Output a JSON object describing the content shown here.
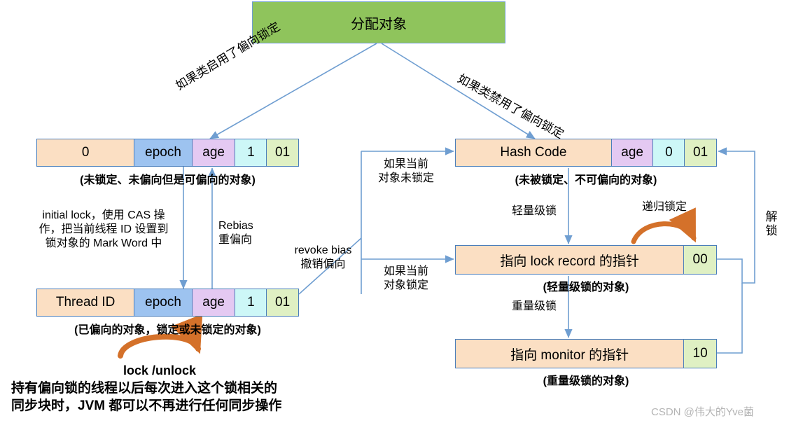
{
  "diagram": {
    "title_box": {
      "label": "分配对象"
    },
    "branch_labels": {
      "left": "如果类启用了偏向锁定",
      "right": "如果类禁用了偏向锁定"
    },
    "boxes": {
      "biasable": {
        "cells": [
          "0",
          "epoch",
          "age",
          "1",
          "01"
        ],
        "caption": "(未锁定、未偏向但是可偏向的对象)"
      },
      "biased": {
        "cells": [
          "Thread ID",
          "epoch",
          "age",
          "1",
          "01"
        ],
        "caption": "(已偏向的对象，锁定或未锁定的对象)"
      },
      "hashcode": {
        "cells": [
          "Hash Code",
          "age",
          "0",
          "01"
        ],
        "caption": "(未被锁定、不可偏向的对象)"
      },
      "lockrecord": {
        "cells": [
          "指向 lock record 的指针",
          "00"
        ],
        "caption": "(轻量级锁的对象)"
      },
      "monitor": {
        "cells": [
          "指向 monitor 的指针",
          "10"
        ],
        "caption": "(重量级锁的对象)"
      }
    },
    "edge_labels": {
      "initial_lock": {
        "line1": "initial lock，使用 CAS 操",
        "line2": "作，把当前线程 ID 设置到",
        "line3": "锁对象的 Mark Word 中"
      },
      "rebias": {
        "line1": "Rebias",
        "line2": "重偏向"
      },
      "revoke_bias": {
        "line1": "revoke bias",
        "line2": "撤销偏向"
      },
      "if_unlocked": {
        "line1": "如果当前",
        "line2": "对象未锁定"
      },
      "if_locked": {
        "line1": "如果当前",
        "line2": "对象锁定"
      },
      "lightweight_lock": "轻量级锁",
      "recursive_lock": "递归锁定",
      "heavyweight_lock": "重量级锁",
      "unlock_vertical": "解锁",
      "lock_unlock": "lock /unlock"
    },
    "footnote": {
      "line1": "持有偏向锁的线程以后每次进入这个锁相关的",
      "line2": "同步块时，JVM 都可以不再进行任何同步操作"
    },
    "watermark": "CSDN @伟大的Yve菌",
    "colors": {
      "header_green": "#8fc45c",
      "wire_blue": "#6f9ed1",
      "curve_orange": "#d4712a",
      "cell_peach": "#fbdfc3",
      "cell_blue": "#9dc3f0",
      "cell_purple": "#e4c9f2",
      "cell_cyan": "#cdf7f7",
      "cell_green": "#dff0c3"
    }
  }
}
